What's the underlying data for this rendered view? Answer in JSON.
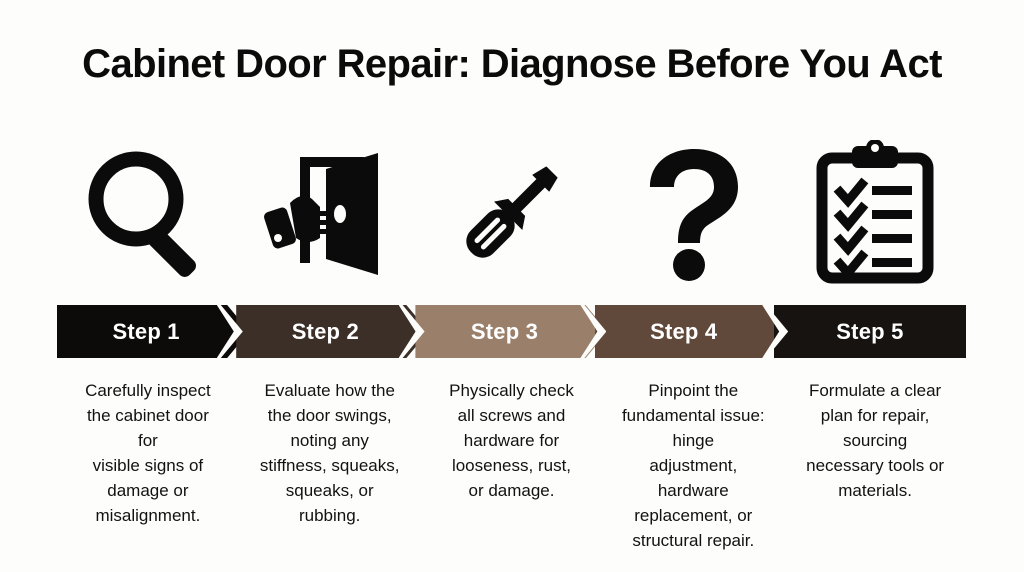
{
  "page": {
    "title": "Cabinet Door Repair: Diagnose Before You Act",
    "background_color": "#fdfdfc",
    "text_color": "#121212"
  },
  "steps": [
    {
      "label": "Step 1",
      "color": "#0d0b0a",
      "icon": "magnifying-glass-icon",
      "lines": [
        "Carefully inspect",
        "the cabinet door",
        "for",
        "visible signs of",
        "damage or",
        "misalignment."
      ]
    },
    {
      "label": "Step 2",
      "color": "#3b2f27",
      "icon": "hand-pushing-door-icon",
      "lines": [
        "Evaluate how the",
        "the door swings,",
        "noting any",
        "stiffness, squeaks,",
        "squeaks, or",
        "rubbing."
      ]
    },
    {
      "label": "Step 3",
      "color": "#9a7f6a",
      "icon": "screwdriver-icon",
      "lines": [
        "Physically check",
        "all screws and",
        "hardware for",
        "looseness, rust,",
        "or damage."
      ]
    },
    {
      "label": "Step 4",
      "color": "#60493a",
      "icon": "question-mark-icon",
      "lines": [
        "Pinpoint the",
        "fundamental issue:",
        "hinge",
        "adjustment,",
        "hardware",
        "replacement, or",
        "structural repair."
      ]
    },
    {
      "label": "Step 5",
      "color": "#161310",
      "icon": "clipboard-checklist-icon",
      "lines": [
        "Formulate a clear",
        "plan for repair,",
        "sourcing",
        "necessary tools or",
        "materials."
      ]
    }
  ]
}
